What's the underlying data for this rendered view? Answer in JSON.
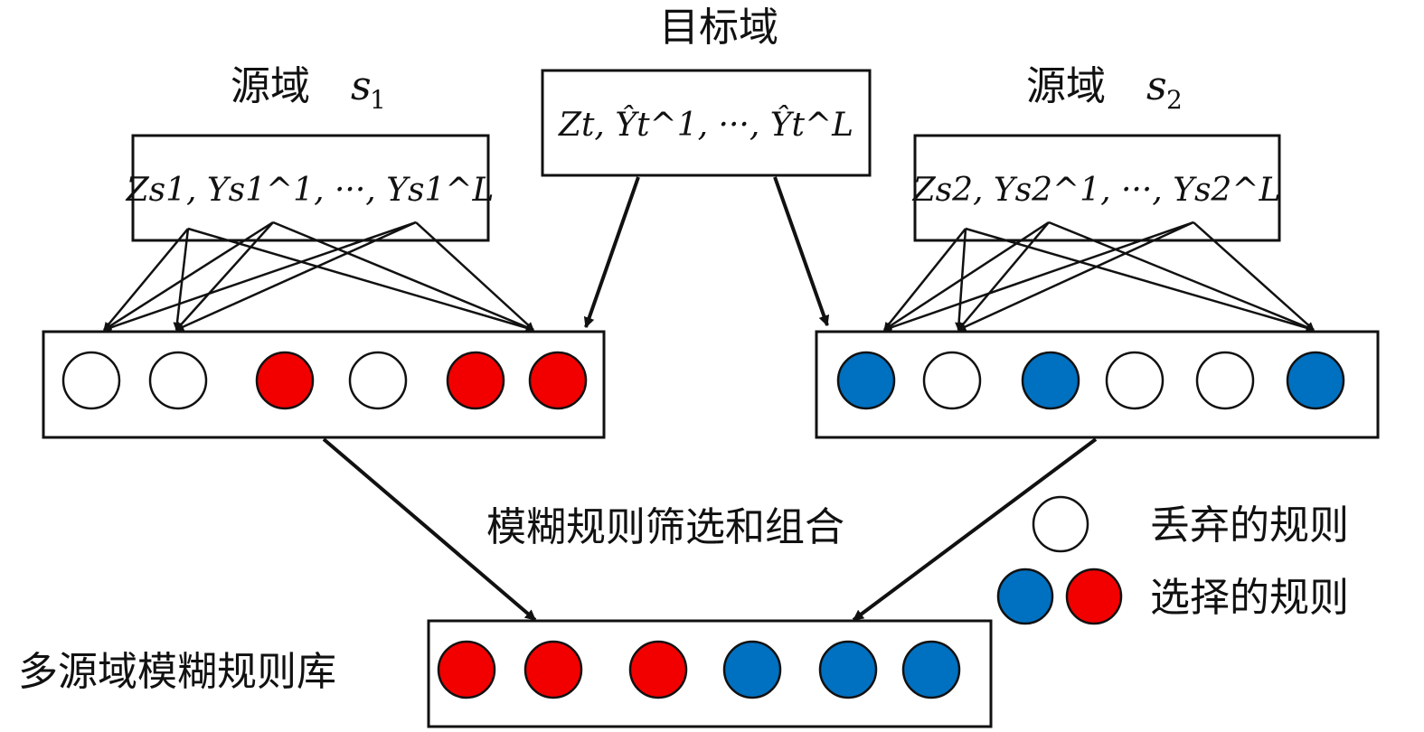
{
  "title_target": "目标域",
  "source1": {
    "title": "源域",
    "title_sub": "s",
    "title_sub_index": "1",
    "formula": "Zs1, Ys1^1, ···, Ys1^L",
    "rules": [
      "discarded",
      "discarded",
      "selected",
      "discarded",
      "selected",
      "selected"
    ]
  },
  "source2": {
    "title": "源域",
    "title_sub": "s",
    "title_sub_index": "2",
    "formula": "Zs2, Ys2^1, ···, Ys2^L",
    "rules": [
      "selected",
      "discarded",
      "selected",
      "discarded",
      "discarded",
      "selected"
    ]
  },
  "target": {
    "formula": "Zt, Ŷt^1, ···, Ŷt^L"
  },
  "process_label": "模糊规则筛选和组合",
  "library_label": "多源域模糊规则库",
  "library_rules": [
    "red",
    "red",
    "red",
    "blue",
    "blue",
    "blue"
  ],
  "legend": {
    "discarded_label": "丢弃的规则",
    "selected_label": "选择的规则"
  },
  "colors": {
    "red": "#f20000",
    "blue": "#0070c0",
    "white": "#ffffff",
    "stroke": "#111111"
  }
}
